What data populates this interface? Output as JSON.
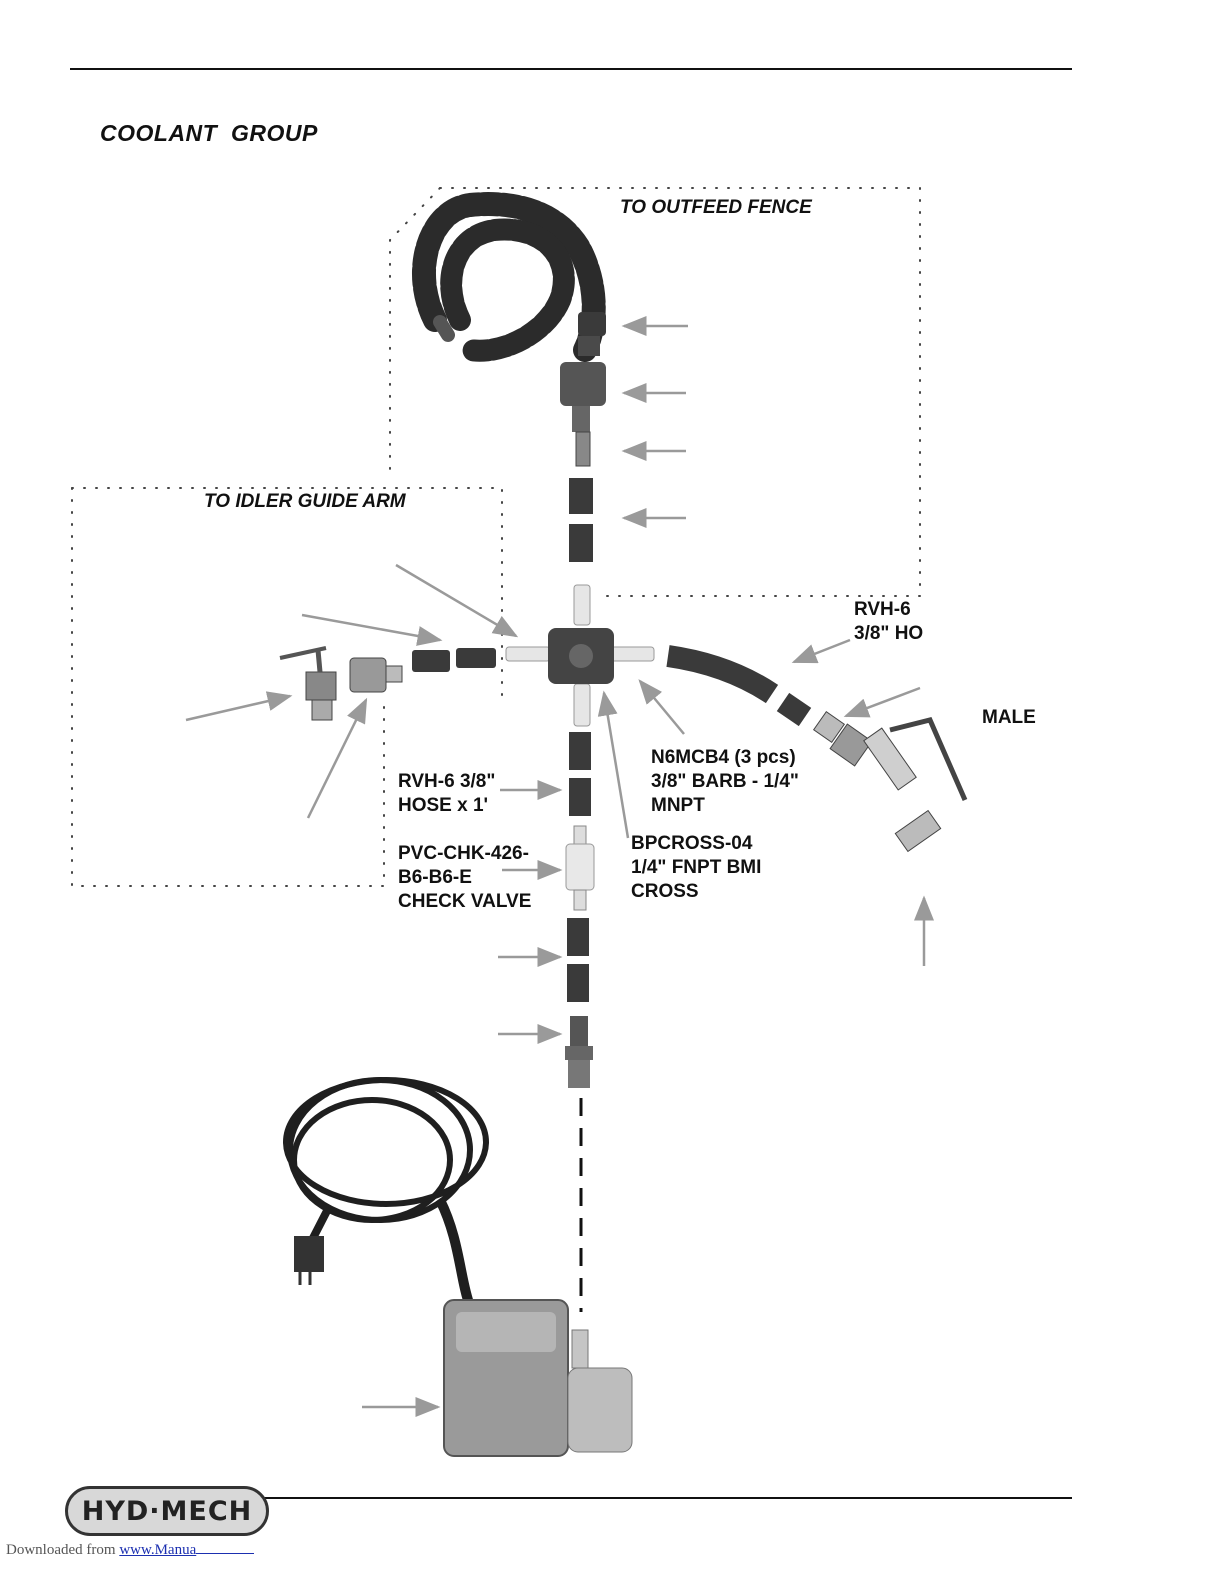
{
  "page": {
    "title": "COOLANT  GROUP",
    "footer_prefix": "Downloaded from ",
    "footer_link": "www.Manua",
    "logo_text": "HYD·MECH"
  },
  "groups": {
    "outfeed": "TO OUTFEED FENCE",
    "idler": "TO IDLER GUIDE ARM"
  },
  "callouts": {
    "rvh6_right": [
      "RVH-6",
      "3/8\" HO"
    ],
    "male": [
      "MALE"
    ],
    "rvh6_hose": [
      "RVH-6 3/8\"",
      "HOSE x 1'"
    ],
    "n6mcb4": [
      "N6MCB4 (3 pcs)",
      "3/8\" BARB - 1/4\"",
      "MNPT"
    ],
    "check_valve": [
      "PVC-CHK-426-",
      "B6-B6-E",
      "CHECK VALVE"
    ],
    "bpcross": [
      "BPCROSS-04",
      "1/4\" FNPT BMI",
      "CROSS"
    ]
  },
  "colors": {
    "ink": "#111111",
    "arrow": "#9a9a9a",
    "hose": "#3a3a3a",
    "pump": "#9a9a9a",
    "link": "#1b2fb0"
  },
  "icons": {
    "flex_hose": "coolant-flex-hose-icon",
    "pump": "coolant-pump-icon",
    "cross": "pipe-cross-icon",
    "nozzle": "coolant-nozzle-icon"
  }
}
